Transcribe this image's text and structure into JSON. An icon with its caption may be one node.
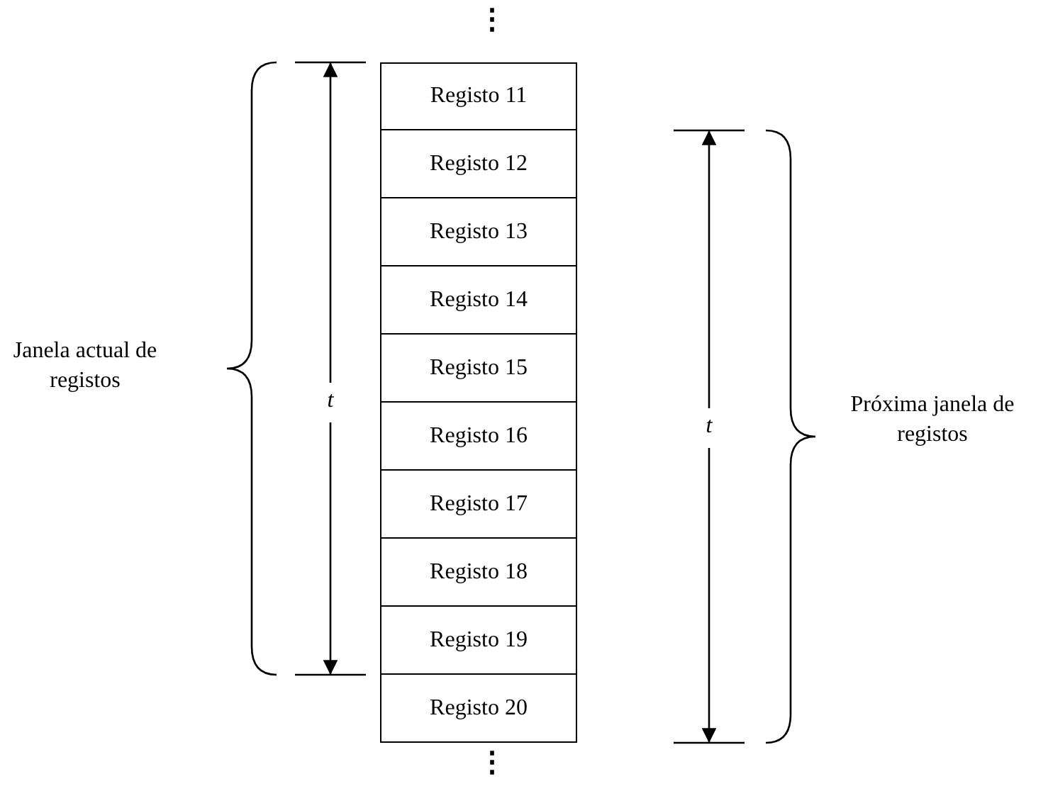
{
  "diagram": {
    "nodes": [
      {
        "text": [
          "Registo 11"
        ]
      },
      {
        "text": [
          "Registo 12"
        ]
      },
      {
        "text": [
          "Registo 13"
        ]
      },
      {
        "text": [
          "Registo 14"
        ]
      },
      {
        "text": [
          "Registo 15"
        ]
      },
      {
        "text": [
          "Registo 16"
        ]
      },
      {
        "text": [
          "Registo 17"
        ]
      },
      {
        "text": [
          "Registo 18"
        ]
      },
      {
        "text": [
          "Registo 19"
        ]
      },
      {
        "text": [
          "Registo 20"
        ]
      }
    ],
    "labels": [
      "⋮",
      "Janela actual de registos",
      "t",
      "t",
      "Próxima janela de registos",
      "⋮"
    ]
  }
}
